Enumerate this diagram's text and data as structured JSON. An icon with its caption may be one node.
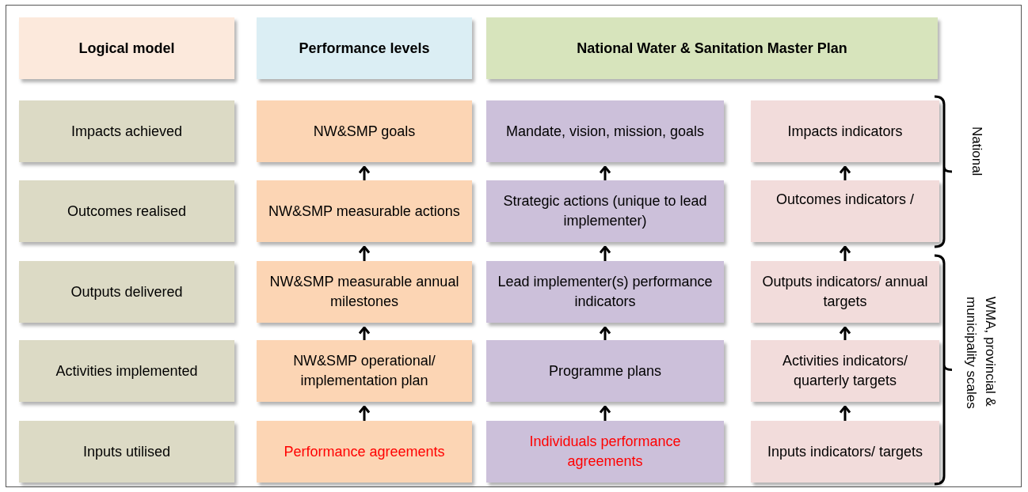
{
  "diagram": {
    "nodes": [
      {
        "text": [
          "Logical model"
        ]
      },
      {
        "text": [
          "Performance levels"
        ]
      },
      {
        "text": [
          "National Water & Sanitation Master Plan"
        ]
      },
      {
        "text": [
          "Impacts achieved"
        ]
      },
      {
        "text": [
          "Outcomes realised"
        ]
      },
      {
        "text": [
          "Outputs delivered"
        ]
      },
      {
        "text": [
          "Activities implemented"
        ]
      },
      {
        "text": [
          "Inputs utilised"
        ]
      },
      {
        "text": [
          "NW&SMP goals"
        ]
      },
      {
        "text": [
          "NW&SMP measurable actions"
        ]
      },
      {
        "text": [
          "NW&SMP measurable annual milestones"
        ]
      },
      {
        "text": [
          "NW&SMP operational/ implementation plan"
        ]
      },
      {
        "text": [
          "Performance agreements"
        ]
      },
      {
        "text": [
          "Mandate, vision, mission, goals"
        ]
      },
      {
        "text": [
          "Strategic actions (unique to lead implementer)"
        ]
      },
      {
        "text": [
          "Lead implementer(s) performance indicators"
        ]
      },
      {
        "text": [
          "Programme plans"
        ]
      },
      {
        "text": [
          "Individuals performance agreements"
        ]
      },
      {
        "text": [
          "Impacts indicators"
        ]
      },
      {
        "text": [
          "Outcomes indicators /"
        ]
      },
      {
        "text": [
          "Outputs indicators/ annual targets"
        ]
      },
      {
        "text": [
          "Activities indicators/ quarterly targets"
        ]
      },
      {
        "text": [
          "Inputs indicators/ targets"
        ]
      }
    ],
    "edges": [
      {
        "from": 9,
        "to": 8,
        "arrow": "to"
      },
      {
        "from": 10,
        "to": 9,
        "arrow": "to"
      },
      {
        "from": 11,
        "to": 10,
        "arrow": "to"
      },
      {
        "from": 12,
        "to": 11,
        "arrow": "to"
      },
      {
        "from": 14,
        "to": 13,
        "arrow": "to"
      },
      {
        "from": 15,
        "to": 14,
        "arrow": "to"
      },
      {
        "from": 16,
        "to": 15,
        "arrow": "to"
      },
      {
        "from": 17,
        "to": 16,
        "arrow": "to"
      },
      {
        "from": 19,
        "to": 18,
        "arrow": "to"
      },
      {
        "from": 20,
        "to": 19,
        "arrow": "to"
      },
      {
        "from": 21,
        "to": 20,
        "arrow": "to"
      },
      {
        "from": 22,
        "to": 21,
        "arrow": "to"
      }
    ],
    "labels": [
      "National",
      "WMA, provincial & municipality scales"
    ]
  }
}
